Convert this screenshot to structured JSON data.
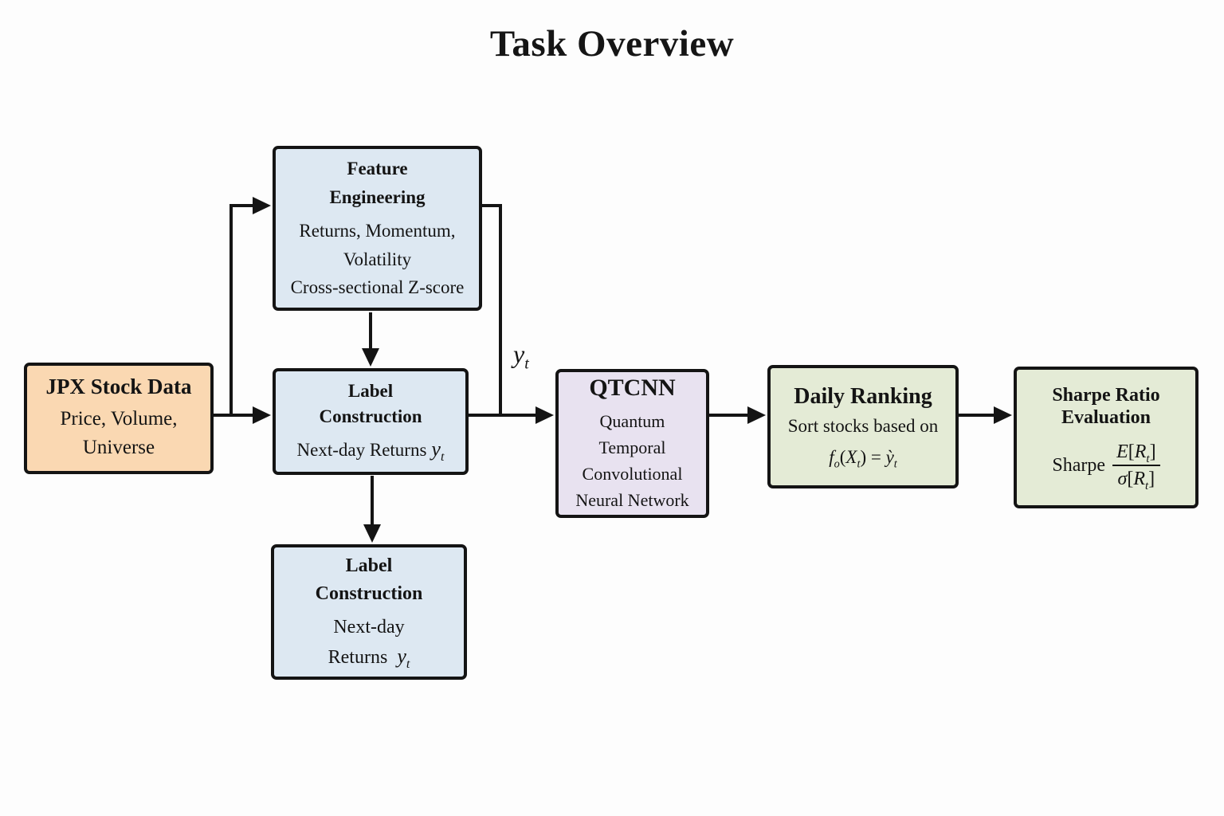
{
  "title": "Task Overview",
  "colors": {
    "background": "#fdfdfd",
    "border": "#141414",
    "jpx_fill": "#fad8b2",
    "blue_fill": "#dde8f2",
    "qtcnn_fill": "#e8e2f0",
    "green_fill": "#e4ebd6"
  },
  "boxes": {
    "jpx": {
      "title": "JPX Stock Data",
      "line1": "Price, Volume,",
      "line2": "Universe"
    },
    "feature_engineering": {
      "title_line1": "Feature",
      "title_line2": "Engineering",
      "line1": "Returns, Momentum,",
      "line2": "Volatility",
      "line3": "Cross-sectional Z-score"
    },
    "label_construction": {
      "title_line1": "Label",
      "title_line2": "Construction",
      "body": "Next-day Returns",
      "var": "y",
      "sub": "t"
    },
    "label_construction_2": {
      "title_line1": "Label",
      "title_line2": "Construction",
      "body_line1": "Next-day",
      "body_line2": "Returns",
      "var": "y",
      "sub": "t"
    },
    "qtcnn": {
      "title": "QTCNN",
      "line1": "Quantum Temporal",
      "line2": "Convolutional",
      "line3": "Neural Network"
    },
    "daily_ranking": {
      "title": "Daily Ranking",
      "line1": "Sort stocks based on",
      "formula": {
        "f": "f",
        "fsub": "o",
        "open": "(",
        "X": "X",
        "xsub": "t",
        "close": ") = ",
        "y": "ỳ",
        "ysub": "t"
      }
    },
    "sharpe": {
      "title_line1": "Sharpe Ratio",
      "title_line2": "Evaluation",
      "label": "Sharpe",
      "numerator": {
        "E": "E",
        "open": "[",
        "R": "R",
        "sub": "t",
        "close": "]"
      },
      "denominator": {
        "sigma": "σ",
        "open": "[",
        "R": "R",
        "sub": "t",
        "close": "]"
      }
    }
  },
  "edge_labels": {
    "yt": {
      "var": "y",
      "sub": "t"
    }
  }
}
